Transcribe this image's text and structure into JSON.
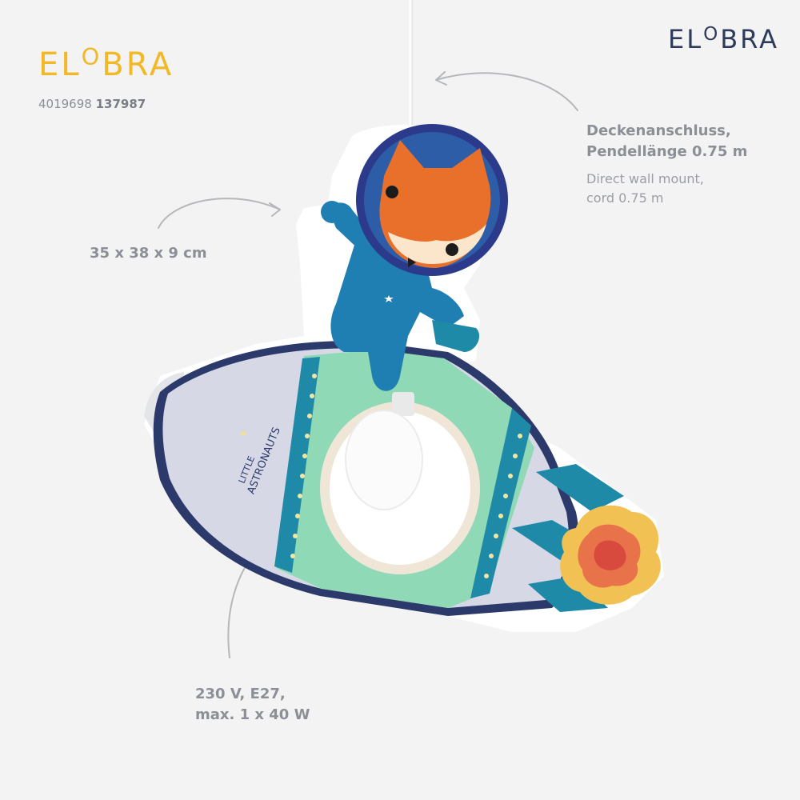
{
  "brand": {
    "logo_text": "ELOBRA",
    "logo_left": "EL",
    "logo_o": "O",
    "logo_right": "BRA"
  },
  "article": {
    "ean_prefix": "4019698",
    "ean_number": "137987"
  },
  "specs": {
    "dimensions": "35 x 38 x 9 cm",
    "ceiling_de_line1": "Deckenanschluss,",
    "ceiling_de_line2": "Pendellänge 0.75 m",
    "ceiling_en_line1": "Direct wall mount,",
    "ceiling_en_line2": "cord 0.75 m",
    "power_line1": "230 V, E27,",
    "power_line2": "max. 1 x 40 W"
  },
  "product": {
    "print_text_line1": "LITTLE",
    "print_text_line2": "ASTRONAUTS"
  },
  "colors": {
    "background": "#f3f3f4",
    "logo_yellow": "#f2b825",
    "logo_navy": "#2d3a5a",
    "text_gray": "#8c9096",
    "rocket_green": "#8fd9b6",
    "rocket_teal": "#1f8aa8",
    "astronaut_blue": "#1f7fb3",
    "fox_orange": "#e8702a",
    "flame_yellow": "#f2c154",
    "flame_red": "#d84a3e"
  }
}
